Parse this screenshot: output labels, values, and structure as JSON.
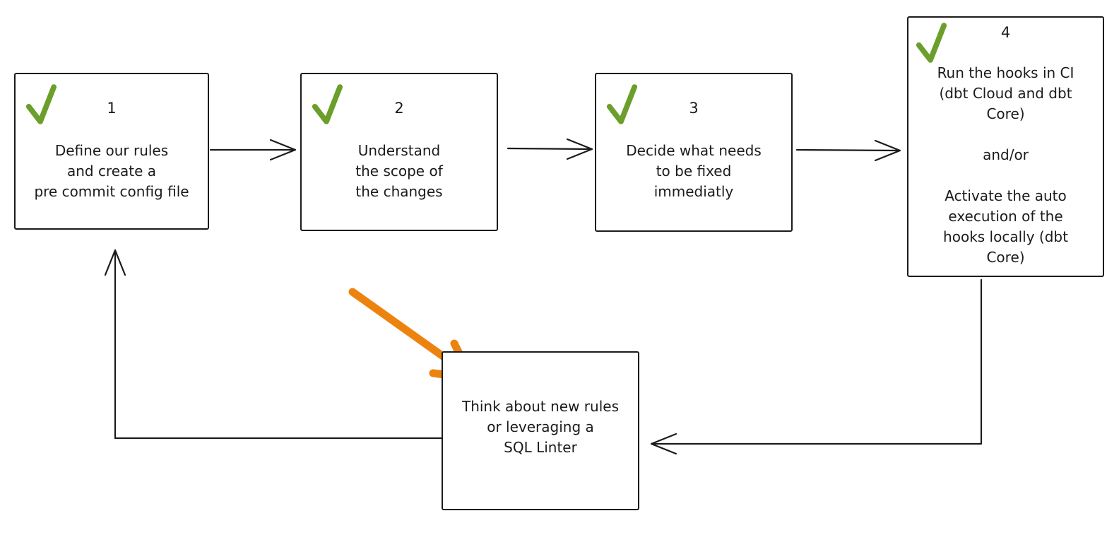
{
  "colors": {
    "ink": "#1b1b1b",
    "green": "#6b9e2b",
    "orange": "#ed830f",
    "bg": "#ffffff"
  },
  "steps": [
    {
      "number": "1",
      "checked": true,
      "text": "Define our rules\nand create a\npre commit config file"
    },
    {
      "number": "2",
      "checked": true,
      "text": "Understand\nthe scope of\nthe changes"
    },
    {
      "number": "3",
      "checked": true,
      "text": "Decide what needs\nto be fixed\nimmediatly"
    },
    {
      "number": "4",
      "checked": true,
      "text": "Run the hooks in CI\n(dbt Cloud and dbt\nCore)\n\nand/or\n\nActivate the auto\nexecution of the\nhooks locally (dbt\nCore)"
    }
  ],
  "loop_node": {
    "text": "Think about new rules\nor leveraging a\nSQL Linter"
  }
}
